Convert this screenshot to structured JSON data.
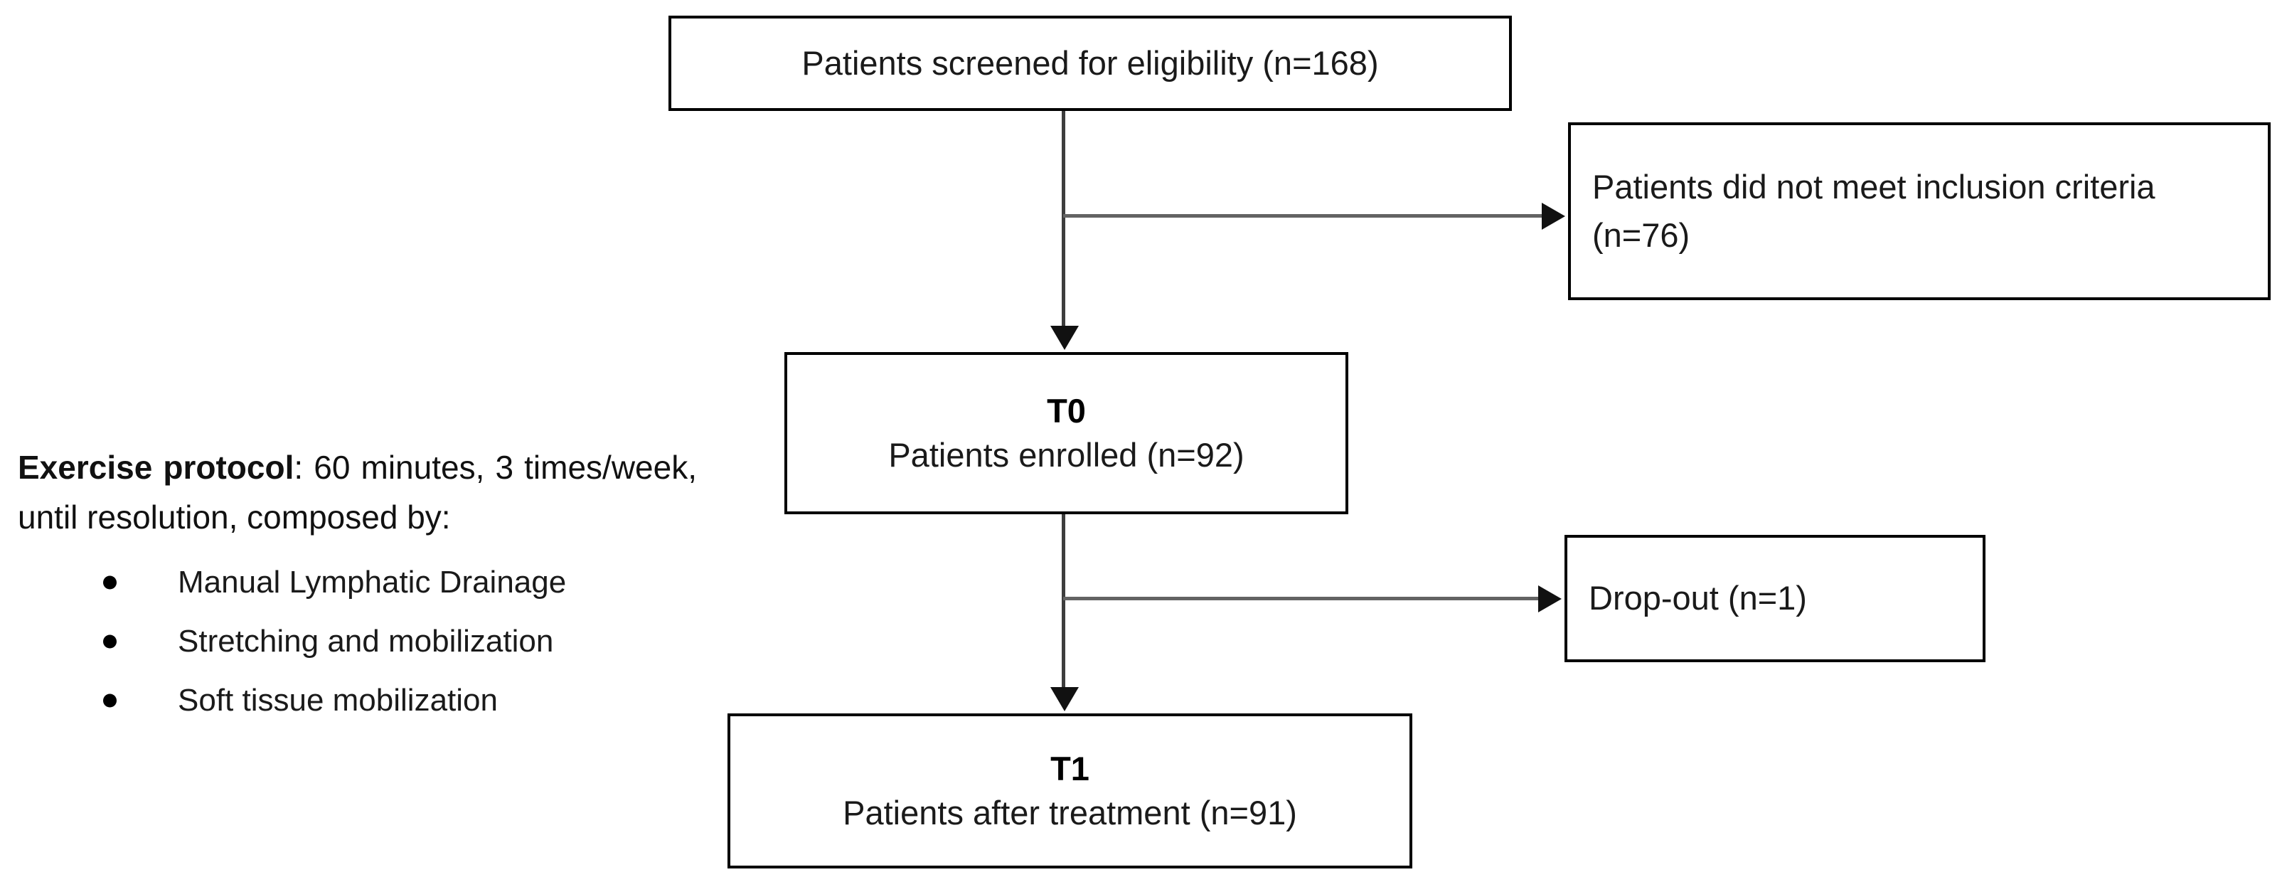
{
  "figure": {
    "type": "participant-flow-diagram",
    "nodes": [
      {
        "id": "screened",
        "stage": "",
        "text": "Patients screened for eligibility (n=168)",
        "n": 168
      },
      {
        "id": "excluded",
        "stage": "",
        "text": "Patients did not meet inclusion criteria (n=76)",
        "n": 76
      },
      {
        "id": "t0",
        "stage": "T0",
        "text": "Patients enrolled (n=92)",
        "n": 92
      },
      {
        "id": "dropout",
        "stage": "",
        "text": "Drop-out (n=1)",
        "n": 1
      },
      {
        "id": "t1",
        "stage": "T1",
        "text": "Patients after treatment (n=91)",
        "n": 91
      }
    ]
  },
  "boxes": {
    "screened": {
      "label": "Patients screened for eligibility (n=168)"
    },
    "excluded": {
      "label": "Patients did not meet inclusion criteria (n=76)"
    },
    "t0": {
      "stage": "T0",
      "label": "Patients enrolled (n=92)"
    },
    "dropout": {
      "label": "Drop-out (n=1)"
    },
    "t1": {
      "stage": "T1",
      "label": "Patients after treatment (n=91)"
    }
  },
  "protocol": {
    "lead": "Exercise protocol",
    "body": ": 60 minutes, 3 times/week, until resolution, composed by:",
    "items": [
      "Manual Lymphatic Drainage",
      "Stretching and mobilization",
      "Soft tissue mobilization"
    ]
  },
  "colors": {
    "box_border": "#000000",
    "text": "#1a1a1a",
    "connector": "#636363",
    "arrowhead": "#111111",
    "background": "#ffffff"
  }
}
